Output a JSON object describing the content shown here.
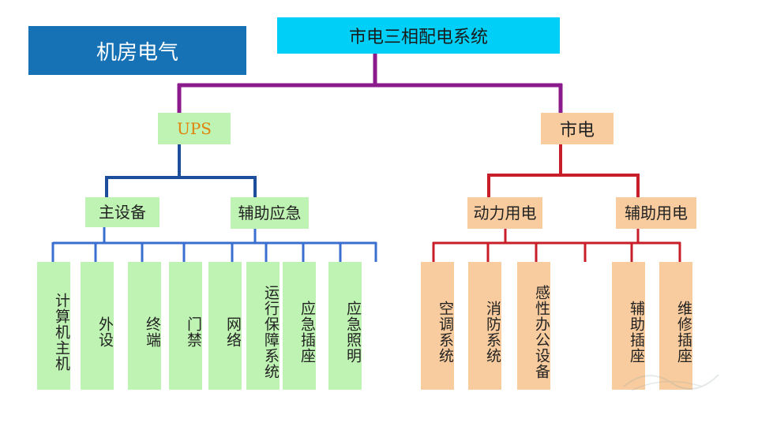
{
  "title": "机房电气",
  "root": "市电三相配电系统",
  "branches": {
    "ups": {
      "label": "UPS",
      "children": [
        {
          "label": "主设备"
        },
        {
          "label": "辅助应急"
        }
      ],
      "leaves": [
        "计算机主机",
        "外设",
        "终端",
        "门禁",
        "网络",
        "运行保障系统",
        "应急插座",
        "应急照明"
      ]
    },
    "grid": {
      "label": "市电",
      "children": [
        {
          "label": "动力用电"
        },
        {
          "label": "辅助用电"
        }
      ],
      "leaves": [
        "空调系统",
        "消防系统",
        "感性办公设备",
        "辅助插座",
        "维修插座"
      ]
    }
  },
  "colors": {
    "root_link": "#8b1a8c",
    "ups_link": "#1c4e9c",
    "ups_bus": "#3a6fd0",
    "grid_link": "#c81e2a",
    "green_box": "#bff3b3",
    "peach_box": "#f8cc9e",
    "title_box": "#1672b5",
    "root_box": "#00d0f8"
  }
}
